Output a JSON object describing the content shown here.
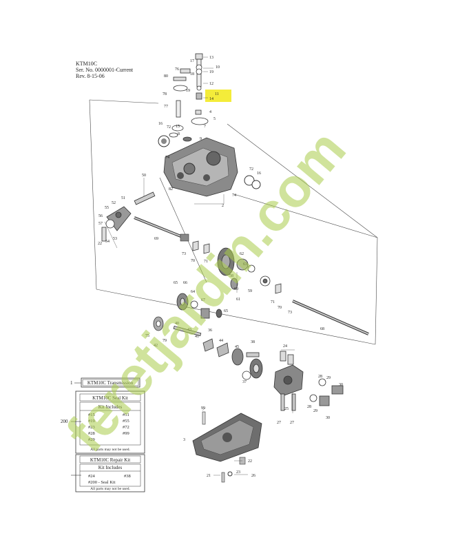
{
  "header": {
    "model": "KTM10C",
    "serial": "Ser. No. 0000001-Current",
    "rev": "Rev. 8-15-06"
  },
  "callouts": [
    {
      "id": "c13",
      "text": "13"
    },
    {
      "id": "c17",
      "text": "17"
    },
    {
      "id": "c10",
      "text": "10"
    },
    {
      "id": "c76",
      "text": "76"
    },
    {
      "id": "c18",
      "text": "18"
    },
    {
      "id": "c19a",
      "text": "19"
    },
    {
      "id": "c80",
      "text": "80"
    },
    {
      "id": "c12",
      "text": "12"
    },
    {
      "id": "c19b",
      "text": "19"
    },
    {
      "id": "c11",
      "text": "11"
    },
    {
      "id": "c78",
      "text": "78"
    },
    {
      "id": "c14",
      "text": "14"
    },
    {
      "id": "c77",
      "text": "77"
    },
    {
      "id": "c4",
      "text": "4"
    },
    {
      "id": "c5",
      "text": "5"
    },
    {
      "id": "c16a",
      "text": "16"
    },
    {
      "id": "c72a",
      "text": "72"
    },
    {
      "id": "c15",
      "text": "15"
    },
    {
      "id": "c7",
      "text": "7"
    },
    {
      "id": "c8",
      "text": "8"
    },
    {
      "id": "c9",
      "text": "9"
    },
    {
      "id": "c74a",
      "text": "74"
    },
    {
      "id": "c72b",
      "text": "72"
    },
    {
      "id": "c16b",
      "text": "16"
    },
    {
      "id": "c50",
      "text": "50"
    },
    {
      "id": "c82",
      "text": "82"
    },
    {
      "id": "c74b",
      "text": "74"
    },
    {
      "id": "c2",
      "text": "2"
    },
    {
      "id": "c51",
      "text": "51"
    },
    {
      "id": "c52",
      "text": "52"
    },
    {
      "id": "c55",
      "text": "55"
    },
    {
      "id": "c56",
      "text": "56"
    },
    {
      "id": "c57",
      "text": "57"
    },
    {
      "id": "c53",
      "text": "53"
    },
    {
      "id": "c22",
      "text": "22"
    },
    {
      "id": "c54",
      "text": "54"
    },
    {
      "id": "c69",
      "text": "69"
    },
    {
      "id": "c73a",
      "text": "73"
    },
    {
      "id": "c70a",
      "text": "70"
    },
    {
      "id": "c71a",
      "text": "71"
    },
    {
      "id": "c62",
      "text": "62"
    },
    {
      "id": "c63",
      "text": "63"
    },
    {
      "id": "c58",
      "text": "58"
    },
    {
      "id": "c60",
      "text": "60"
    },
    {
      "id": "c59",
      "text": "59"
    },
    {
      "id": "c61",
      "text": "61"
    },
    {
      "id": "c71b",
      "text": "71"
    },
    {
      "id": "c70b",
      "text": "70"
    },
    {
      "id": "c73b",
      "text": "73"
    },
    {
      "id": "c65a",
      "text": "65"
    },
    {
      "id": "c66",
      "text": "66"
    },
    {
      "id": "c64",
      "text": "64"
    },
    {
      "id": "c67",
      "text": "67"
    },
    {
      "id": "c65b",
      "text": "65"
    },
    {
      "id": "c68",
      "text": "68"
    },
    {
      "id": "c75",
      "text": "75"
    },
    {
      "id": "c79",
      "text": "79"
    },
    {
      "id": "c42",
      "text": "42"
    },
    {
      "id": "c40",
      "text": "40"
    },
    {
      "id": "c43",
      "text": "43"
    },
    {
      "id": "c41",
      "text": "41"
    },
    {
      "id": "c36",
      "text": "36"
    },
    {
      "id": "c44",
      "text": "44"
    },
    {
      "id": "c45",
      "text": "45"
    },
    {
      "id": "c38",
      "text": "38"
    },
    {
      "id": "c37",
      "text": "37"
    },
    {
      "id": "c24",
      "text": "24"
    },
    {
      "id": "c28a",
      "text": "28"
    },
    {
      "id": "c29a",
      "text": "29"
    },
    {
      "id": "c30a",
      "text": "30"
    },
    {
      "id": "c28b",
      "text": "28"
    },
    {
      "id": "c29b",
      "text": "29"
    },
    {
      "id": "c30b",
      "text": "30"
    },
    {
      "id": "c25",
      "text": "25"
    },
    {
      "id": "c27a",
      "text": "27"
    },
    {
      "id": "c27b",
      "text": "27"
    },
    {
      "id": "c99",
      "text": "99"
    },
    {
      "id": "c3",
      "text": "3"
    },
    {
      "id": "c22b",
      "text": "22"
    },
    {
      "id": "c21",
      "text": "21"
    },
    {
      "id": "c23",
      "text": "23"
    },
    {
      "id": "c26",
      "text": "26"
    }
  ],
  "legend": {
    "transmission": {
      "num": "1",
      "label": "KTM10C Transmission"
    },
    "seal_kit": {
      "num": "200",
      "title": "KTM10C Seal Kit",
      "includes": "Kit Includes",
      "col1": [
        "#15",
        "#19",
        "#23",
        "#28",
        "#29"
      ],
      "col2": [
        "#51",
        "#55",
        "#72",
        "#99"
      ],
      "note": "All parts may not be used."
    },
    "repair_kit": {
      "title": "KTM10C Repair Kit",
      "includes": "Kit Includes",
      "col1": [
        "#24",
        "#200 - Seal Kit"
      ],
      "col2": [
        "#38"
      ],
      "note": "All parts may not be used."
    }
  },
  "watermark": {
    "text": "feretjardin.com"
  }
}
